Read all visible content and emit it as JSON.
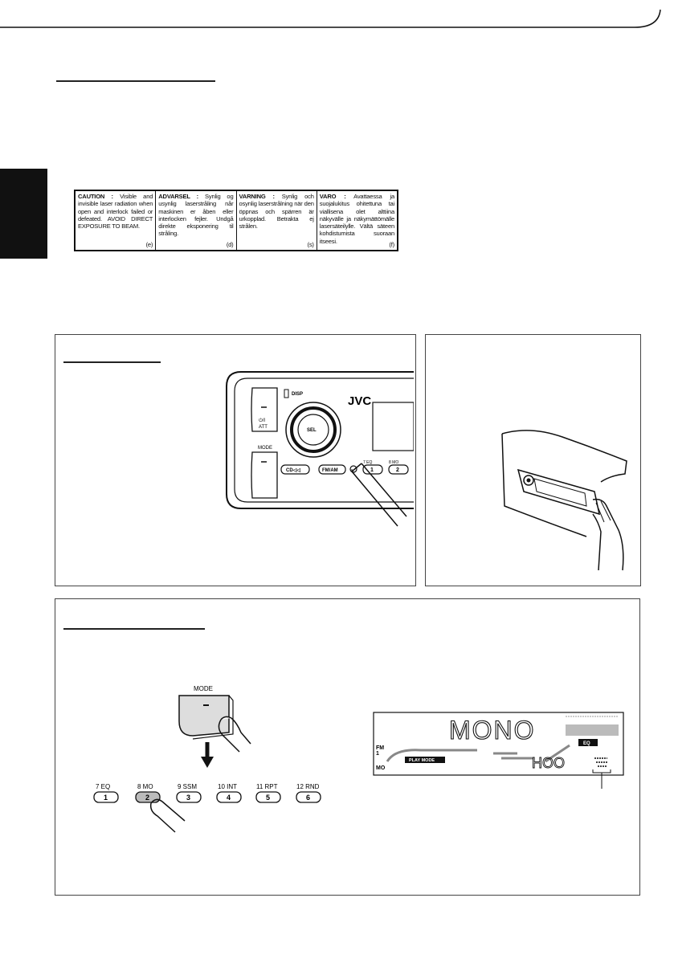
{
  "caution_panels": [
    {
      "heading": "CAUTION :",
      "body": "Visible and invisible laser radiation when open and interlock failed or defeated. AVOID DIRECT EXPOSURE TO BEAM.",
      "code": "(e)"
    },
    {
      "heading": "ADVARSEL :",
      "body": "Synlig og usynlig laserstråling når maskinen er åben eller interlocken fejler. Undgå direkte eksponering til stråling.",
      "code": "(d)"
    },
    {
      "heading": "VARNING :",
      "body": "Synlig och osynlig laserstrålning när den öppnas och spärren är urkopplad. Betrakta ej strålen.",
      "code": "(s)"
    },
    {
      "heading": "VARO :",
      "body": "Avattaessa ja suojalukitus ohitettuna tai viallisena olet alttiina näkyvälle ja näkymättömälle lasersäteilylle. Vältä säteen kohdistumista suoraan itseesi.",
      "code": "(f)"
    }
  ],
  "unit": {
    "brand": "JVC",
    "disp_label": "DISP",
    "sel_label": "SEL",
    "power_label": "⏻/I",
    "att_label": "ATT",
    "mode_label": "MODE",
    "cd_label": "CD◁◁",
    "fmam_label": "FM/AM",
    "eq_label": "7  EQ",
    "mo_label": "8  MO",
    "btn1": "1",
    "btn2": "2"
  },
  "mode_diagram": {
    "mode_label": "MODE",
    "presets": [
      {
        "top": "7   EQ",
        "num": "1"
      },
      {
        "top": "8   MO",
        "num": "2"
      },
      {
        "top": "9 SSM",
        "num": "3"
      },
      {
        "top": "10 INT",
        "num": "4"
      },
      {
        "top": "11 RPT",
        "num": "5"
      },
      {
        "top": "12 RND",
        "num": "6"
      }
    ]
  },
  "display": {
    "main_text": "MONO",
    "fm_label": "FM",
    "band_num": "1",
    "mo_label": "MO",
    "play_mode": "PLAY MODE",
    "eq_label": "EQ",
    "freq_text": "HOO"
  }
}
